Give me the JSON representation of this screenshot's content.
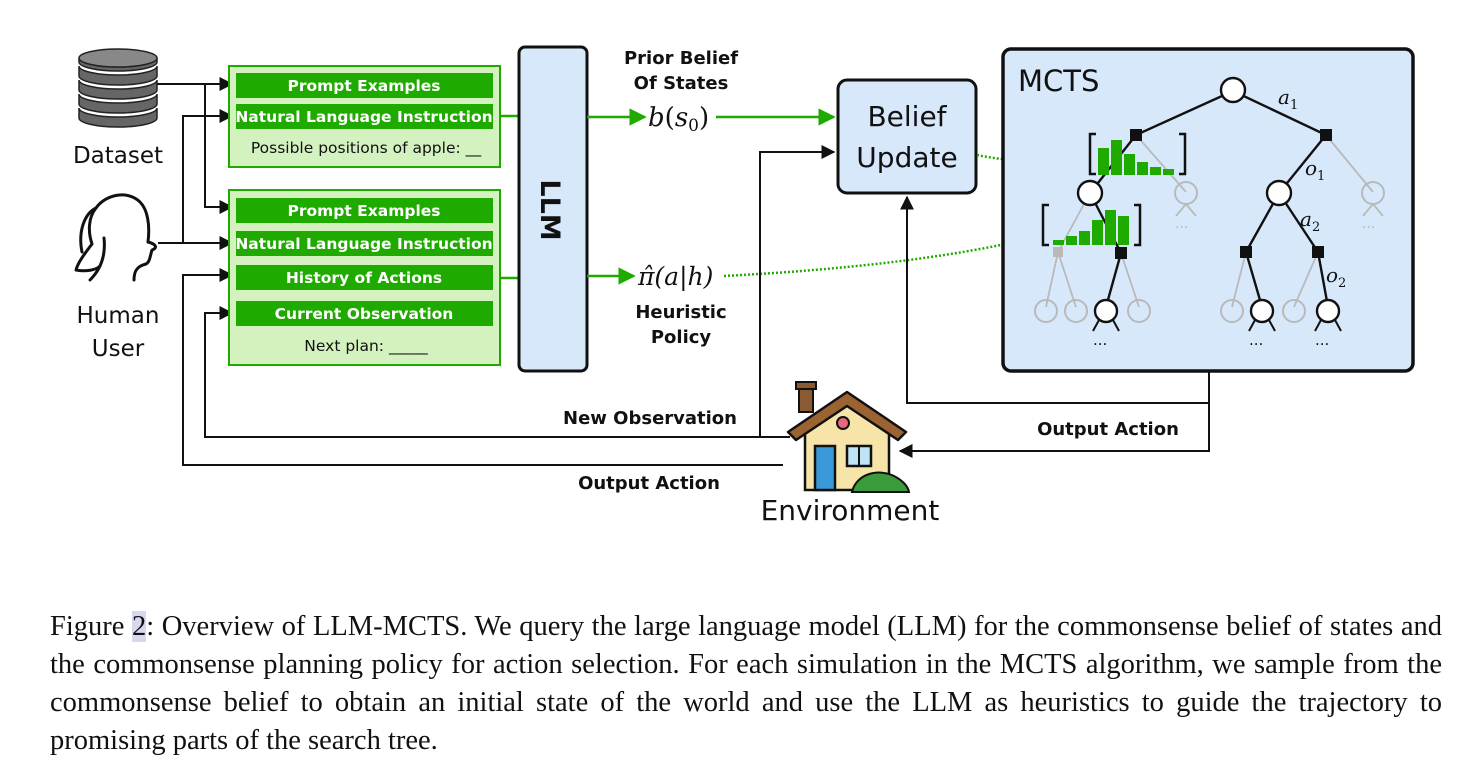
{
  "diagram": {
    "inputs": {
      "dataset_label": "Dataset",
      "human_label_line1": "Human",
      "human_label_line2": "User",
      "box1": {
        "prompt_examples": "Prompt Examples",
        "nl_instruction": "Natural Language Instruction",
        "possible_positions": "Possible positions of apple: __"
      },
      "box2": {
        "prompt_examples": "Prompt Examples",
        "nl_instruction": "Natural Language Instruction",
        "history": "History of Actions",
        "current_observation": "Current Observation",
        "next_plan": "Next plan: _____"
      }
    },
    "llm": {
      "label": "LLM"
    },
    "prior_belief": {
      "line1": "Prior Belief",
      "line2": "Of States",
      "formula_b": "b",
      "formula_s": "s",
      "formula_sub": "0"
    },
    "heuristic_policy": {
      "line1": "Heuristic",
      "line2": "Policy",
      "formula": "π̂(a|h)"
    },
    "belief_update": {
      "line1": "Belief",
      "line2": "Update"
    },
    "mcts": {
      "title": "MCTS",
      "a1": "a",
      "a1_sub": "1",
      "o1": "o",
      "o1_sub": "1",
      "a2": "a",
      "a2_sub": "2",
      "o2": "o",
      "o2_sub": "2",
      "ellipsis": "..."
    },
    "environment": {
      "label": "Environment"
    },
    "arrows": {
      "new_observation": "New Observation",
      "output_action_right": "Output Action",
      "output_action_bottom": "Output Action"
    },
    "colors": {
      "green": "#1faa00",
      "light_green": "#d4f2c0",
      "light_blue": "#d8e8fb",
      "grey": "#b9b9b9"
    }
  },
  "caption": {
    "prefix": "Figure ",
    "number": "2",
    "text": ": Overview of LLM-MCTS. We query the large language model (LLM) for the commonsense belief of states and the commonsense planning policy for action selection. For each simulation in the MCTS algorithm, we sample from the commonsense belief to obtain an initial state of the world and use the LLM as heuristics to guide the trajectory to promising parts of the search tree."
  }
}
